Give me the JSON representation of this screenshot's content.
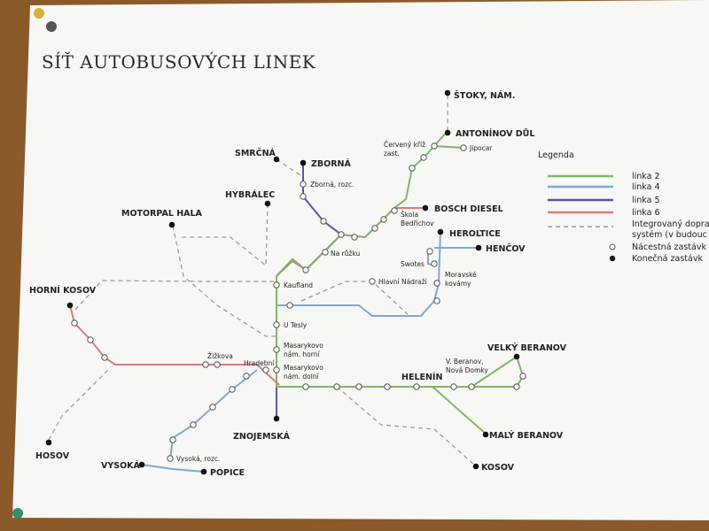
{
  "title": "SÍŤ AUTOBUSOVÝCH LINEK",
  "colors": {
    "line2": "#7fb765",
    "line4": "#7ea7d6",
    "line5": "#5b55a8",
    "line6": "#d97b7b",
    "integrated": "#9a9a9a",
    "paper": "#f7f7f5",
    "board": "#8a5a2b"
  },
  "legend": {
    "heading": "Legenda",
    "items": [
      {
        "key": "line2",
        "label": "linka 2",
        "style": "solid"
      },
      {
        "key": "line4",
        "label": "linka 4",
        "style": "solid"
      },
      {
        "key": "line5",
        "label": "linka 5",
        "style": "solid"
      },
      {
        "key": "line6",
        "label": "linka 6",
        "style": "solid"
      },
      {
        "key": "integrated",
        "label": "Integrovaný dopra",
        "label2": "systém (v budouc",
        "style": "dashed"
      },
      {
        "key": "stop",
        "label": "Nácestná zastávk",
        "style": "open-circle"
      },
      {
        "key": "terminal",
        "label": "Konečná zastávk",
        "style": "filled-circle"
      }
    ]
  },
  "terminals": [
    {
      "id": "stoky",
      "label": "ŠTOKY, NÁM."
    },
    {
      "id": "antoninov",
      "label": "ANTONÍNOV DŮL"
    },
    {
      "id": "smrcna",
      "label": "SMRČNÁ"
    },
    {
      "id": "zborna",
      "label": "ZBORNÁ"
    },
    {
      "id": "hybralec",
      "label": "HYBRÁLEC"
    },
    {
      "id": "motorpal",
      "label": "MOTORPAL HALA"
    },
    {
      "id": "bosch",
      "label": "BOSCH DIESEL"
    },
    {
      "id": "heroltice",
      "label": "HEROLTICE"
    },
    {
      "id": "hencov",
      "label": "HENČOV"
    },
    {
      "id": "hornikosov",
      "label": "HORNÍ KOSOV"
    },
    {
      "id": "velkyberanov",
      "label": "VELKÝ BERANOV"
    },
    {
      "id": "helenin",
      "label": "HELENÍN"
    },
    {
      "id": "znojemska",
      "label": "ZNOJEMSKÁ"
    },
    {
      "id": "malyberanov",
      "label": "MALÝ BERANOV"
    },
    {
      "id": "hosov",
      "label": "HOSOV"
    },
    {
      "id": "vysoka",
      "label": "VYSOKÁ"
    },
    {
      "id": "popice",
      "label": "POPICE"
    },
    {
      "id": "kosov",
      "label": "KOSOV"
    }
  ],
  "stops": [
    {
      "id": "cervenykriz",
      "label": "Červený kříž",
      "label2": "zast."
    },
    {
      "id": "jipocar",
      "label": "Jipocar"
    },
    {
      "id": "zbornarozc",
      "label": "Zborná, rozc."
    },
    {
      "id": "skola",
      "label": "Škola",
      "label2": "Bedřichov"
    },
    {
      "id": "narozku",
      "label": "Na růžku"
    },
    {
      "id": "swotes",
      "label": "Swotes"
    },
    {
      "id": "moravske",
      "label": "Moravské",
      "label2": "kovámy"
    },
    {
      "id": "kaufland",
      "label": "Kaufland"
    },
    {
      "id": "hlavninadrazi",
      "label": "Hlavní Nádraží"
    },
    {
      "id": "utesly",
      "label": "U Tesly"
    },
    {
      "id": "masarykovohorni",
      "label": "Masarykovo",
      "label2": "nám. horní"
    },
    {
      "id": "zizkova",
      "label": "Žižkova"
    },
    {
      "id": "hradebni",
      "label": "Hradební"
    },
    {
      "id": "masarykovodolni",
      "label": "Masarykovo",
      "label2": "nám. dolní"
    },
    {
      "id": "vberanov",
      "label": "V. Beranov,",
      "label2": "Nová Domky"
    },
    {
      "id": "vysokarozc",
      "label": "Vysoká, rozc."
    }
  ]
}
